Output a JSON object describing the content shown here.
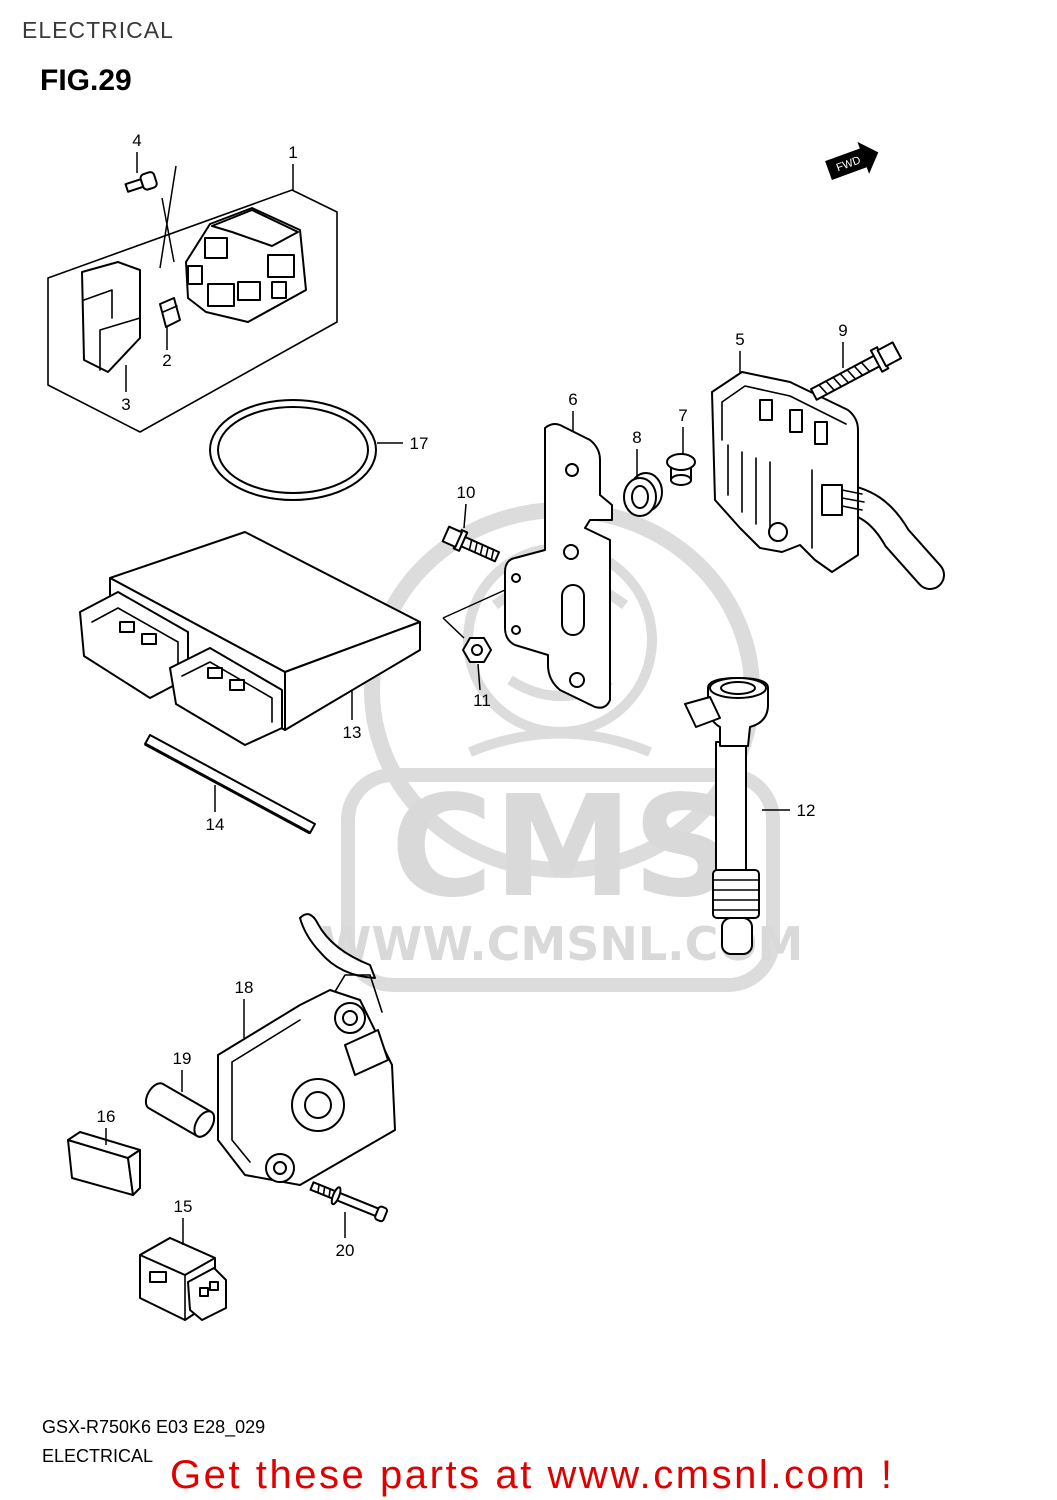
{
  "header": {
    "title": "ELECTRICAL",
    "figure": "FIG.29"
  },
  "fwd_label": "FWD",
  "callouts": [
    "1",
    "2",
    "3",
    "4",
    "5",
    "6",
    "7",
    "8",
    "9",
    "10",
    "11",
    "12",
    "13",
    "14",
    "15",
    "16",
    "17",
    "18",
    "19",
    "20"
  ],
  "watermark": {
    "logo_text": "CMS",
    "url": "WWW.CMSNL.COM"
  },
  "footer": {
    "model_code": "GSX-R750K6 E03 E28_029",
    "section": "ELECTRICAL",
    "promo": "Get these parts at www.cmsnl.com !"
  },
  "colors": {
    "line": "#000000",
    "header_text": "#3a3a3a",
    "watermark": "#d9d9d9",
    "promo": "#e00000"
  }
}
